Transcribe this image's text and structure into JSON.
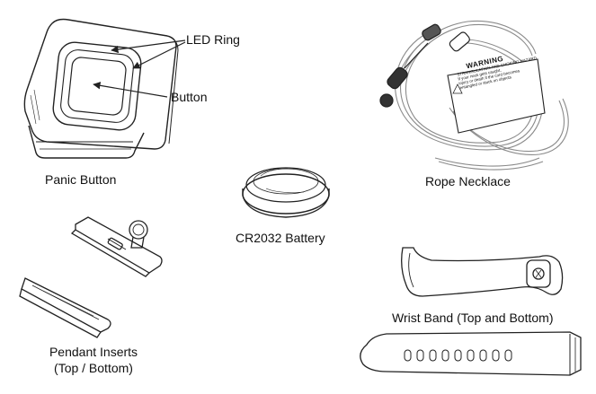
{
  "labels": {
    "led_ring": "LED Ring",
    "button": "Button",
    "panic_button": "Panic Button",
    "cr2032_battery": "CR2032 Battery",
    "rope_necklace": "Rope Necklace",
    "pendant_inserts_line1": "Pendant Inserts",
    "pendant_inserts_line2": "(Top / Bottom)",
    "wrist_band": "Wrist Band (Top and Bottom)"
  },
  "warning_tag": {
    "title": "WARNING",
    "lines": [
      "STRANGULATION AND CHOKING HAZARD",
      "If your neck gets caught,",
      "injury or death if the cord becomes",
      "entangled or stuck on objects"
    ]
  },
  "colors": {
    "stroke": "#222222",
    "rope": "#8a8a8a",
    "background": "#ffffff"
  }
}
